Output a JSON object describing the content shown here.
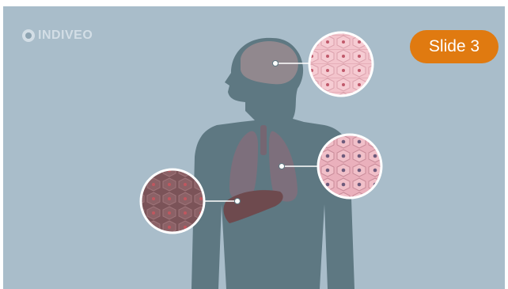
{
  "logo": {
    "text": "INDIVEO",
    "color": "#d3dee6"
  },
  "badge": {
    "label": "Slide 3",
    "color": "#e07a10"
  },
  "colors": {
    "background": "#a9bdca",
    "silhouette": "#5e7882",
    "brain": "#9a8b91",
    "lungs": "#836e7b",
    "liver": "#6e4a4e",
    "cell_light": "#f0b7c1",
    "cell_dark": "#8e6068"
  },
  "callouts": [
    {
      "name": "brain-cells-callout",
      "organ": "brain"
    },
    {
      "name": "lung-cells-callout",
      "organ": "lungs"
    },
    {
      "name": "liver-cells-callout",
      "organ": "liver"
    }
  ]
}
